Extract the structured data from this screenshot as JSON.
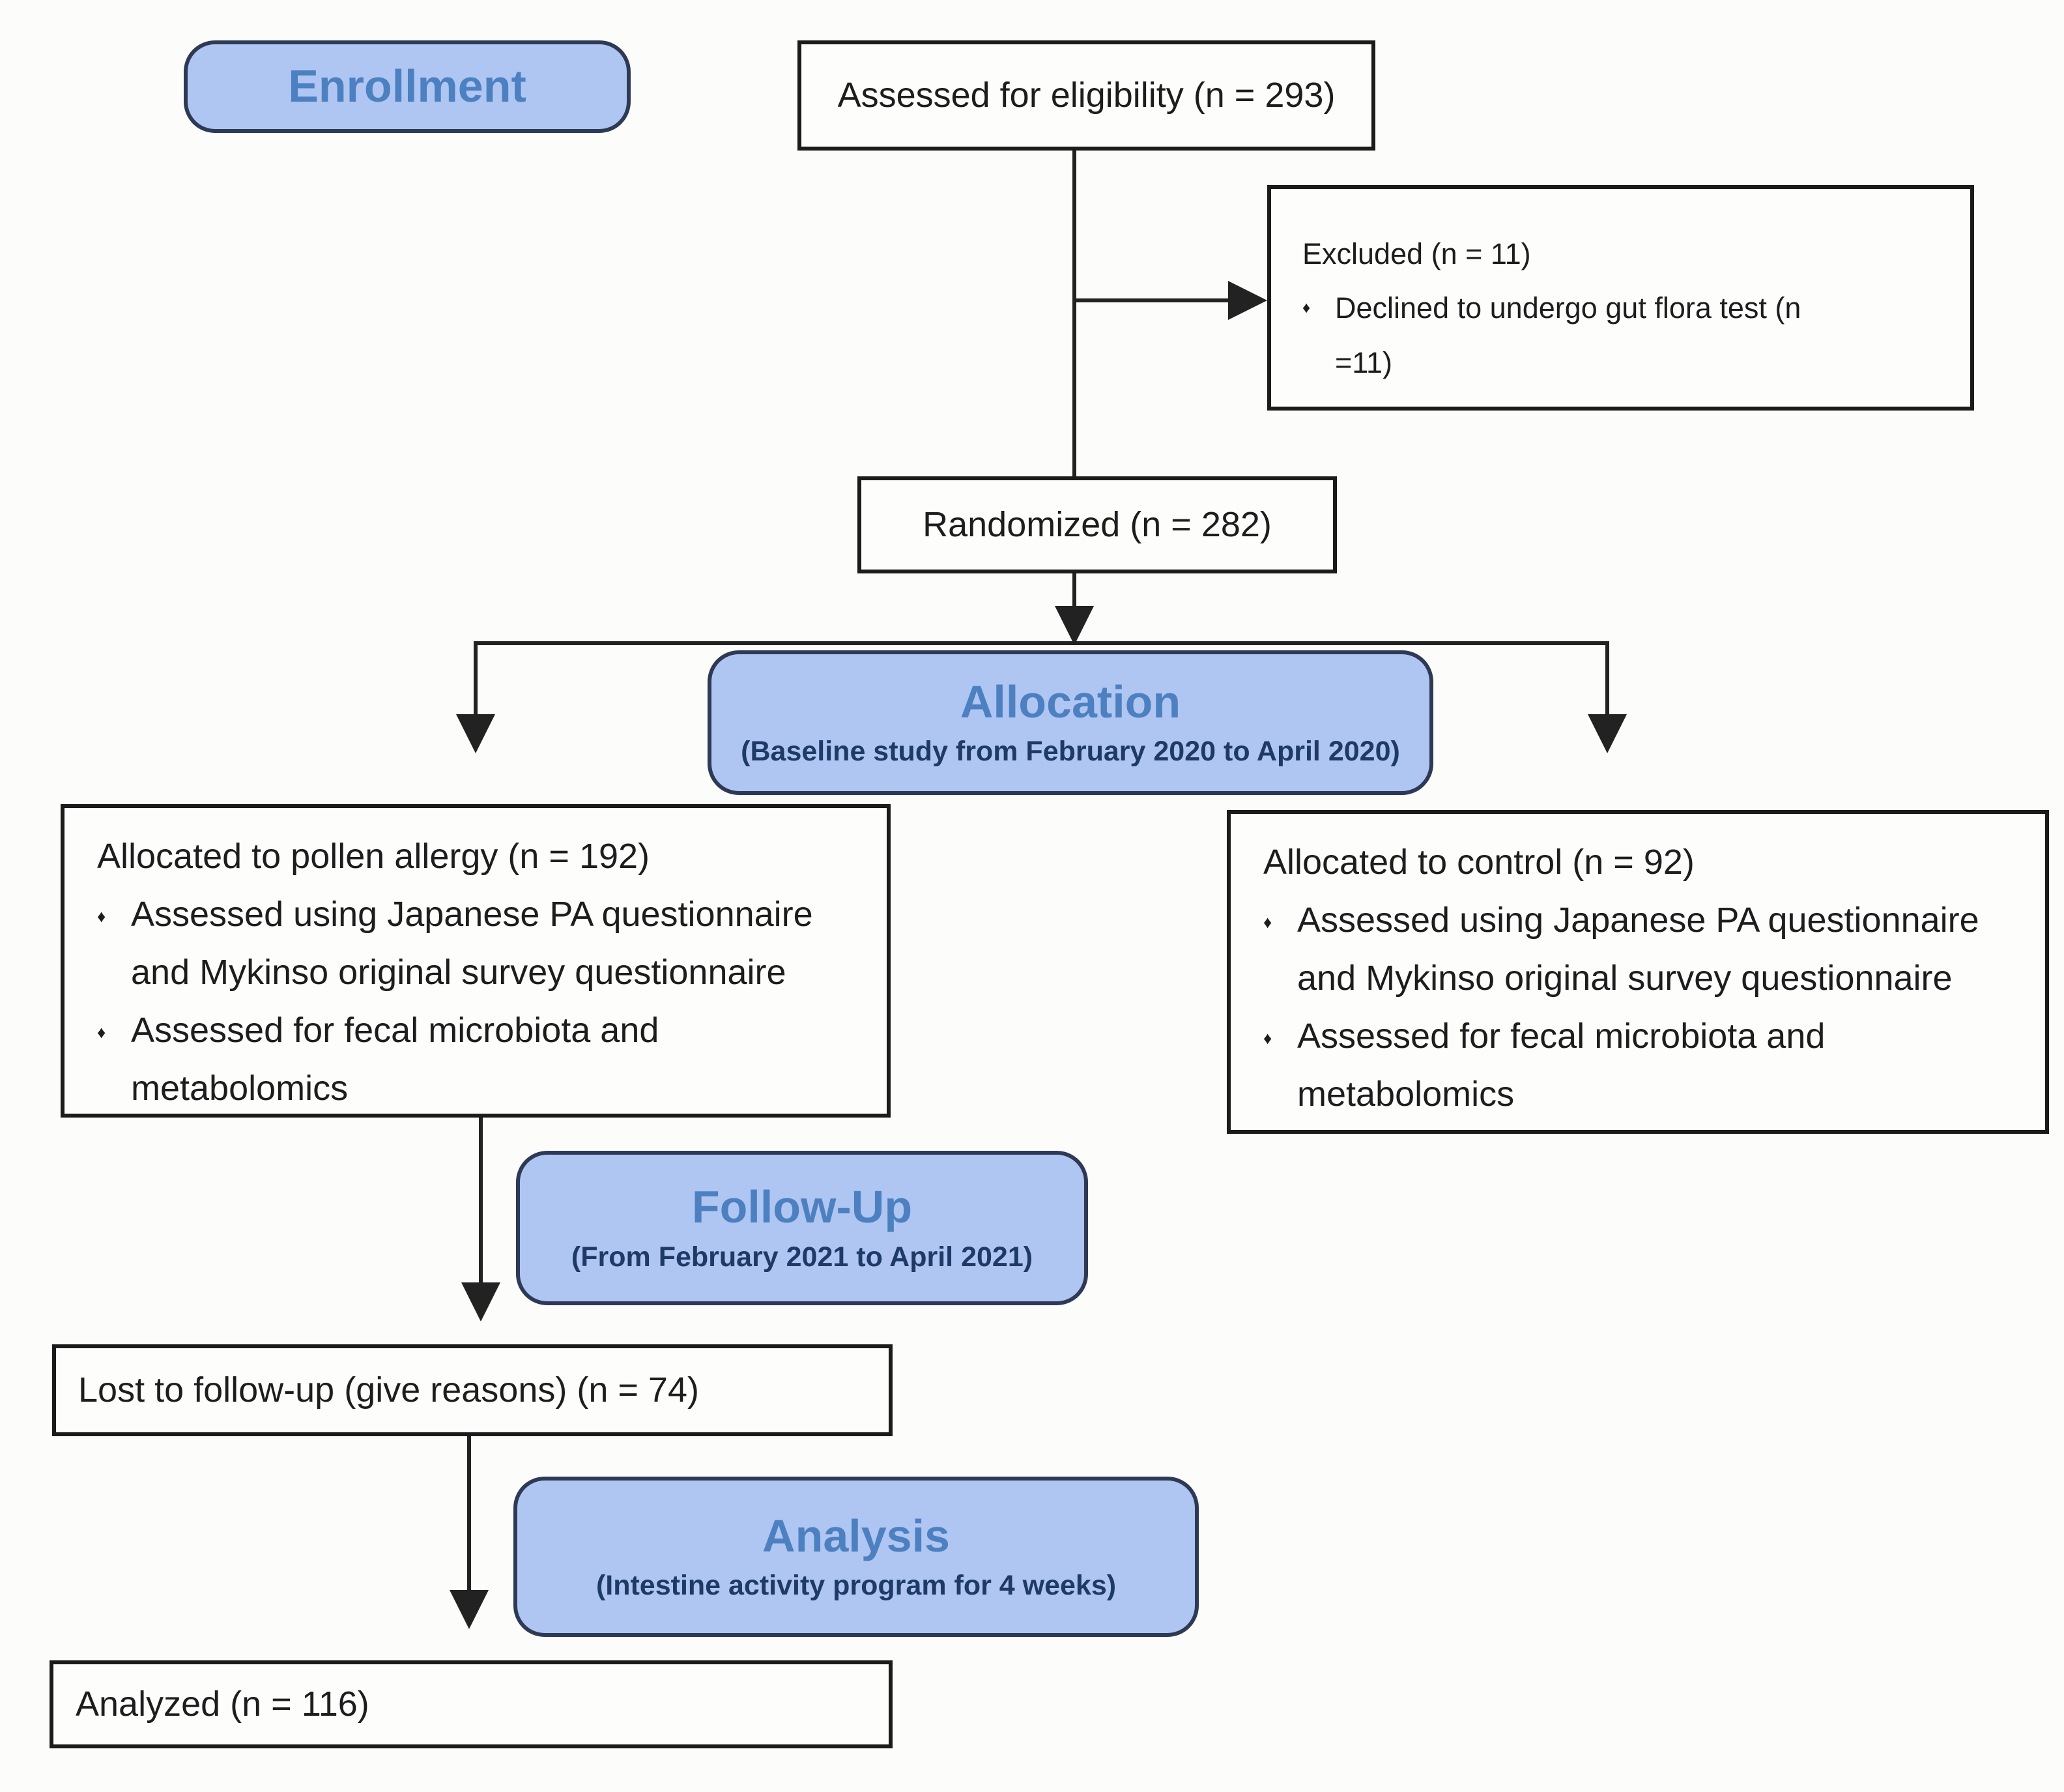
{
  "palette": {
    "page_bg": "#fcfcfa",
    "box_bg": "#fdfdfc",
    "box_border": "#1b1b1b",
    "stage_fill": "#afc6f2",
    "stage_border": "#2e3a55",
    "stage_title_color": "#4d80c0",
    "stage_note_color": "#1e3a66",
    "text_color": "#1d1d1d",
    "line_color": "#222222"
  },
  "bullet_glyph": "♦",
  "stages": {
    "enrollment": {
      "label": "Enrollment"
    },
    "allocation": {
      "label": "Allocation",
      "note": "(Baseline study from February 2020 to April 2020)"
    },
    "followup": {
      "label": "Follow-Up",
      "note": "(From February 2021 to April 2021)"
    },
    "analysis": {
      "label": "Analysis",
      "note": "(Intestine activity program for 4 weeks)"
    }
  },
  "boxes": {
    "assessed": {
      "text": "Assessed for eligibility (n = 293)"
    },
    "excluded": {
      "title": "Excluded (n = 11)",
      "bullet": "Declined to undergo gut flora test (n =11)"
    },
    "randomized": {
      "text": "Randomized (n = 282)"
    },
    "allocated_pollen": {
      "title": "Allocated to pollen allergy (n = 192)",
      "bullets": [
        "Assessed using Japanese PA questionnaire and Mykinso original survey questionnaire",
        "Assessed for fecal microbiota and metabolomics"
      ]
    },
    "allocated_control": {
      "title": "Allocated to control (n = 92)",
      "bullets": [
        "Assessed using Japanese PA questionnaire and Mykinso original survey questionnaire",
        "Assessed for fecal microbiota and metabolomics"
      ]
    },
    "lost_followup": {
      "text": "Lost to follow-up (give reasons) (n = 74)"
    },
    "analyzed": {
      "text": "Analyzed (n = 116)"
    }
  }
}
